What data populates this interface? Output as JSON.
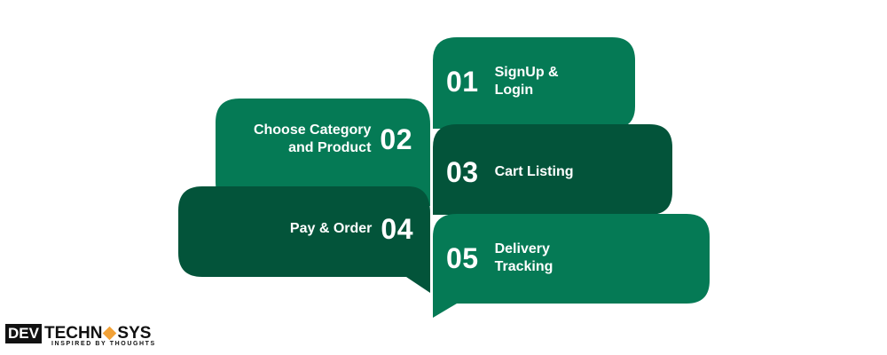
{
  "colors": {
    "light_green": "#057a55",
    "dark_green": "#03543a",
    "text": "#ffffff",
    "logo_accent": "#f2a238"
  },
  "steps": [
    {
      "number": "01",
      "label_line1": "SignUp &",
      "label_line2": "Login",
      "side": "right",
      "shade": "light"
    },
    {
      "number": "02",
      "label_line1": "Choose Category",
      "label_line2": "and Product",
      "side": "left",
      "shade": "light"
    },
    {
      "number": "03",
      "label_line1": "Cart Listing",
      "label_line2": "",
      "side": "right",
      "shade": "dark"
    },
    {
      "number": "04",
      "label_line1": "Pay & Order",
      "label_line2": "",
      "side": "left",
      "shade": "dark"
    },
    {
      "number": "05",
      "label_line1": "Delivery",
      "label_line2": "Tracking",
      "side": "right",
      "shade": "light"
    }
  ],
  "logo": {
    "part1": "DEV",
    "part2": "TECHN",
    "part3": "SYS",
    "tagline": "INSPIRED BY THOUGHTS"
  }
}
